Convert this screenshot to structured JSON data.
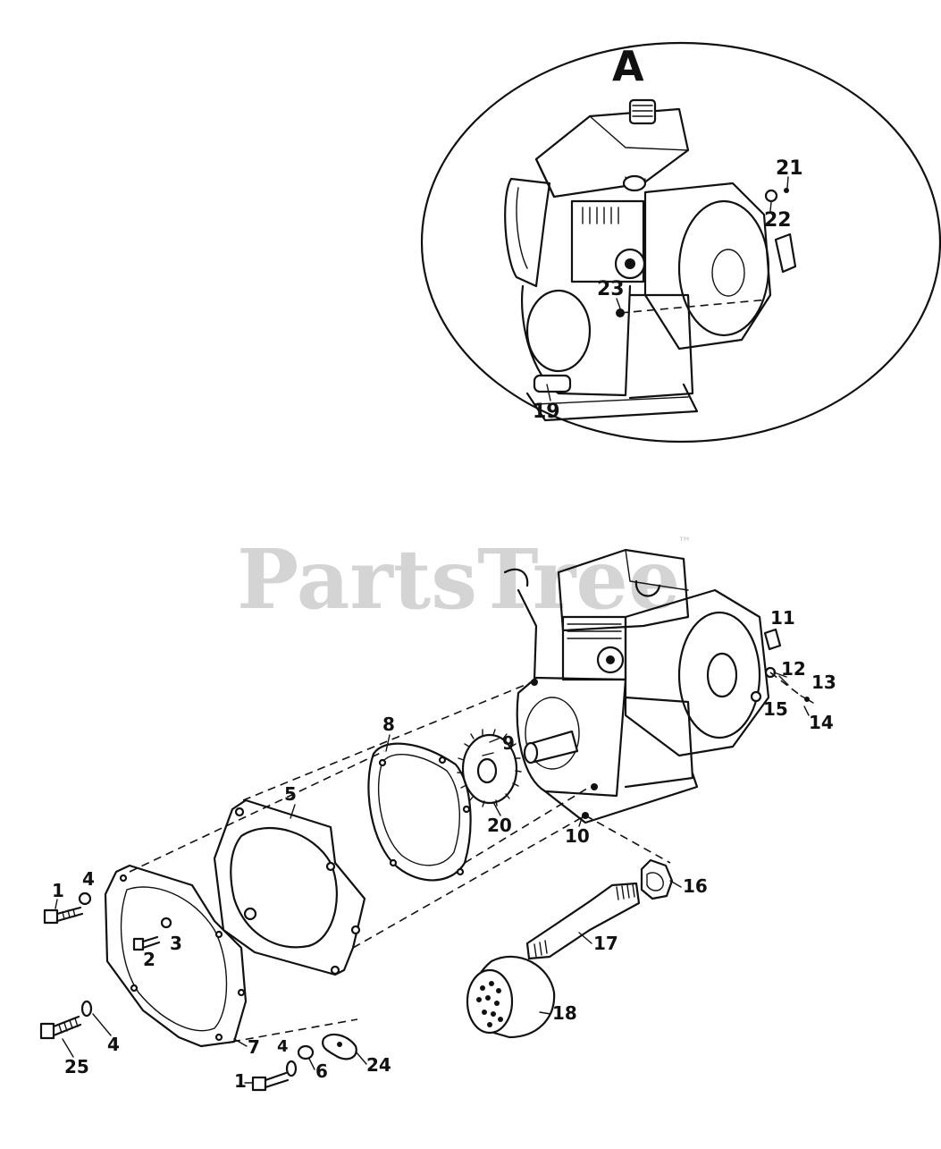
{
  "inset_label": "A",
  "watermark": {
    "text": "PartsTree",
    "trademark": "™"
  },
  "callouts": [
    {
      "id": "c21",
      "text": "21"
    },
    {
      "id": "c22",
      "text": "22"
    },
    {
      "id": "c23",
      "text": "23"
    },
    {
      "id": "c19",
      "text": "19"
    },
    {
      "id": "c11",
      "text": "11"
    },
    {
      "id": "c12",
      "text": "12"
    },
    {
      "id": "c13",
      "text": "13"
    },
    {
      "id": "c15",
      "text": "15"
    },
    {
      "id": "c14",
      "text": "14"
    },
    {
      "id": "c8",
      "text": "8"
    },
    {
      "id": "c9",
      "text": "9"
    },
    {
      "id": "c5",
      "text": "5"
    },
    {
      "id": "c20",
      "text": "20"
    },
    {
      "id": "c10",
      "text": "10"
    },
    {
      "id": "c16",
      "text": "16"
    },
    {
      "id": "c17",
      "text": "17"
    },
    {
      "id": "c18",
      "text": "18"
    },
    {
      "id": "c1a",
      "text": "1"
    },
    {
      "id": "c4a",
      "text": "4"
    },
    {
      "id": "c2",
      "text": "2"
    },
    {
      "id": "c3",
      "text": "3"
    },
    {
      "id": "c25",
      "text": "25"
    },
    {
      "id": "c4b",
      "text": "4"
    },
    {
      "id": "c7",
      "text": "7"
    },
    {
      "id": "c4c",
      "text": "4"
    },
    {
      "id": "c1b",
      "text": "1"
    },
    {
      "id": "c6",
      "text": "6"
    },
    {
      "id": "c24",
      "text": "24"
    }
  ]
}
